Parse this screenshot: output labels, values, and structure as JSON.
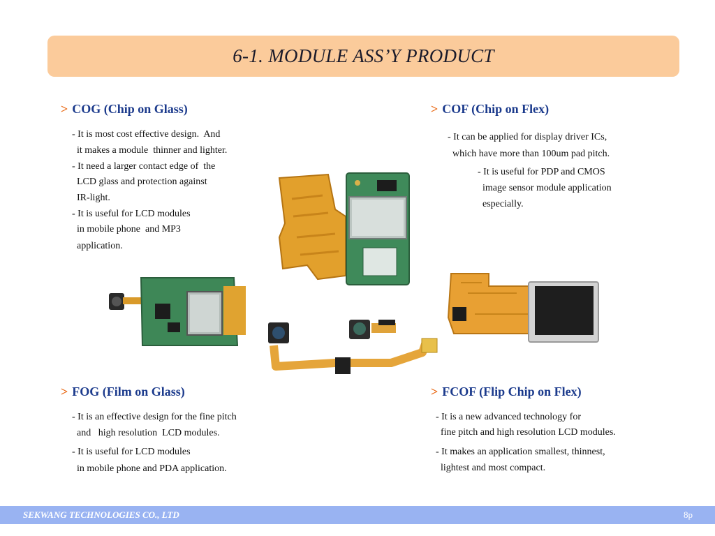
{
  "header": {
    "title": "6-1.  MODULE ASS’Y PRODUCT"
  },
  "arrow": ">",
  "sections": {
    "cog": {
      "heading": "COG (Chip on Glass)",
      "lines": [
        "- It is most cost effective design.  And",
        "  it makes a module  thinner and lighter.",
        "- It need a larger contact edge of  the",
        "  LCD glass and protection against",
        "  IR-light.",
        "- It is useful for LCD modules",
        "  in mobile phone  and MP3",
        "  application."
      ]
    },
    "cof": {
      "heading": "COF (Chip on Flex)",
      "lines": [
        "- It can be applied for display driver ICs,",
        "  which have more than 100um pad pitch.",
        "- It is useful for PDP and CMOS",
        "  image sensor module application",
        "  especially."
      ]
    },
    "fog": {
      "heading": "FOG (Film on Glass)",
      "lines": [
        "- It is an effective design for the fine pitch",
        "  and   high resolution  LCD modules.",
        "- It is useful for LCD modules",
        "  in mobile phone and PDA application."
      ]
    },
    "fcof": {
      "heading": "FCOF (Flip Chip on Flex)",
      "lines": [
        "- It is a new advanced technology for",
        "  fine pitch and high resolution LCD modules.",
        "- It makes an application smallest, thinnest,",
        "  lightest and most compact."
      ]
    }
  },
  "footer": {
    "company": "SEKWANG TECHNOLOGIES CO., LTD",
    "page": "8p"
  },
  "colors": {
    "title_bar": "#fbcb9b",
    "heading": "#1b3a8c",
    "arrow": "#e8650f",
    "footer": "#99b3f2"
  }
}
